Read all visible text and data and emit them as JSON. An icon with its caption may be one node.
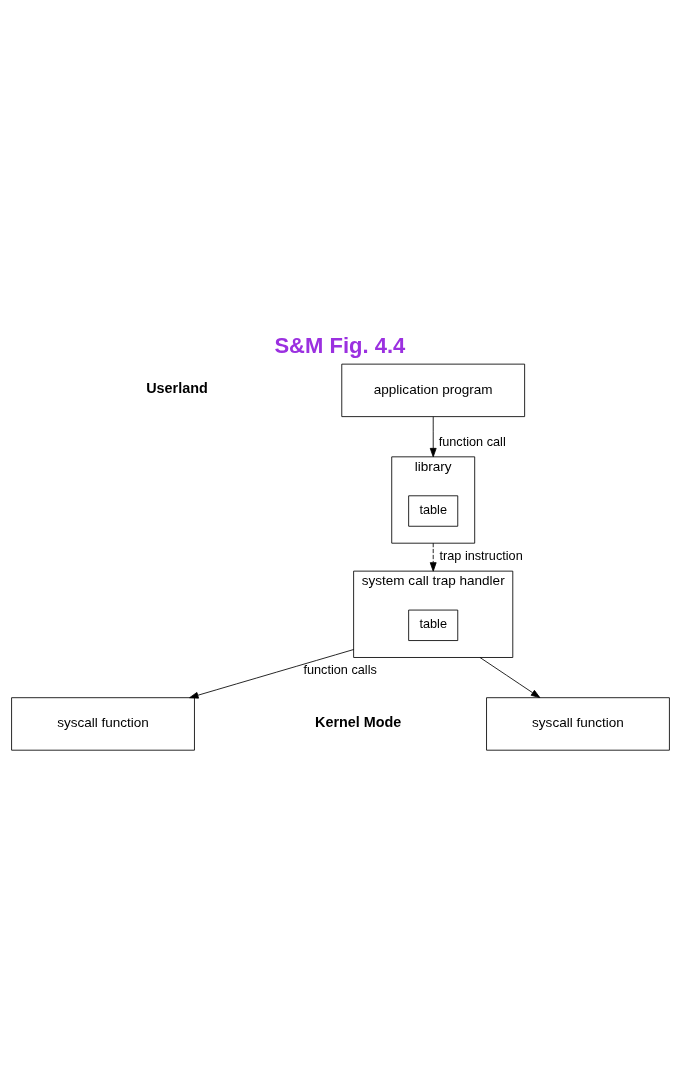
{
  "diagram": {
    "title": "S&M Fig. 4.4",
    "nodes": [
      {
        "text": [
          "application program"
        ]
      },
      {
        "text": [
          "library"
        ]
      },
      {
        "text": [
          "table"
        ],
        "in": 1
      },
      {
        "text": [
          "system call trap handler"
        ]
      },
      {
        "text": [
          "table"
        ],
        "in": 3
      },
      {
        "text": [
          "syscall function"
        ]
      },
      {
        "text": [
          "syscall function"
        ]
      }
    ],
    "edges": [
      {
        "from": 0,
        "to": 1,
        "arrow": "to",
        "label": "function call"
      },
      {
        "from": 1,
        "to": 3,
        "arrow": "to",
        "label": "trap instruction",
        "style": "dashed"
      },
      {
        "from": 3,
        "to": 5,
        "arrow": "to",
        "label": "function calls"
      },
      {
        "from": 3,
        "to": 6,
        "arrow": "to"
      }
    ],
    "labels": [
      "Userland",
      "Kernel Mode"
    ]
  }
}
